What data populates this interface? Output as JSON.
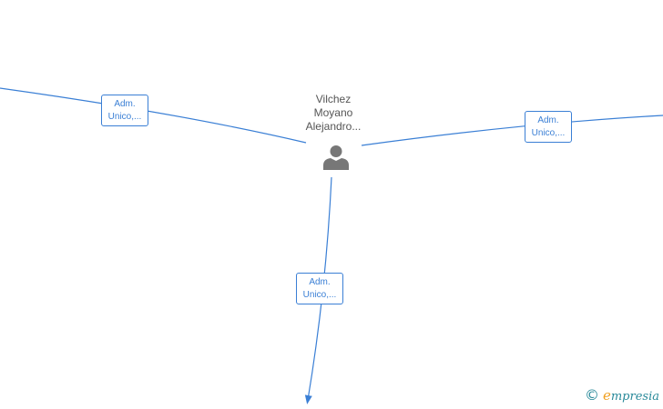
{
  "center_person": {
    "name_lines": [
      "Vilchez",
      "Moyano",
      "Alejandro..."
    ]
  },
  "edges": [
    {
      "role_lines": [
        "Adm.",
        "Unico,..."
      ]
    },
    {
      "role_lines": [
        "Adm.",
        "Unico,..."
      ]
    },
    {
      "role_lines": [
        "Adm.",
        "Unico,..."
      ]
    }
  ],
  "brand": {
    "copyright_symbol": "©",
    "initial": "e",
    "rest": "mpresia"
  },
  "colors": {
    "edge": "#3a7fd5",
    "person_icon": "#777777",
    "name_text": "#555555"
  }
}
